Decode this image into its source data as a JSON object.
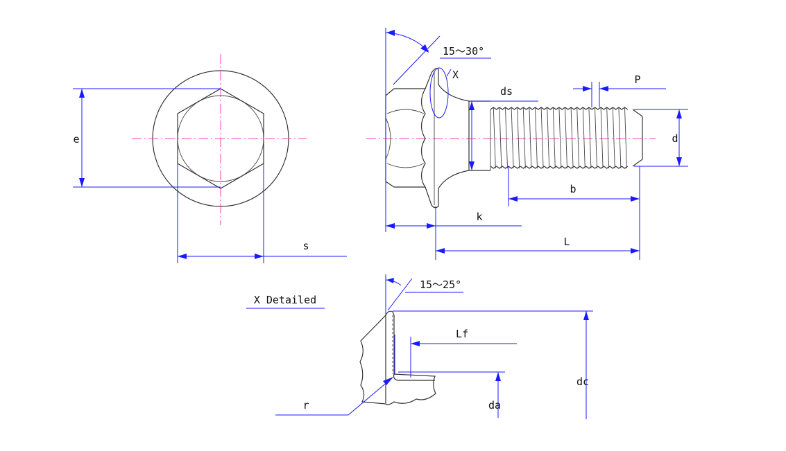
{
  "labels": {
    "e": "e",
    "s": "s",
    "angle_head": "15～30°",
    "detail_marker": "X",
    "ds": "ds",
    "p": "P",
    "d": "d",
    "b": "b",
    "k": "k",
    "l": "L",
    "detail_title": "X Detailed",
    "angle_detail": "15～25°",
    "lf": "Lf",
    "dc": "dc",
    "r": "r",
    "da": "da"
  },
  "colors": {
    "dimension": "#1a1aff",
    "centerline": "#ff3fbf",
    "outline": "#333333"
  }
}
